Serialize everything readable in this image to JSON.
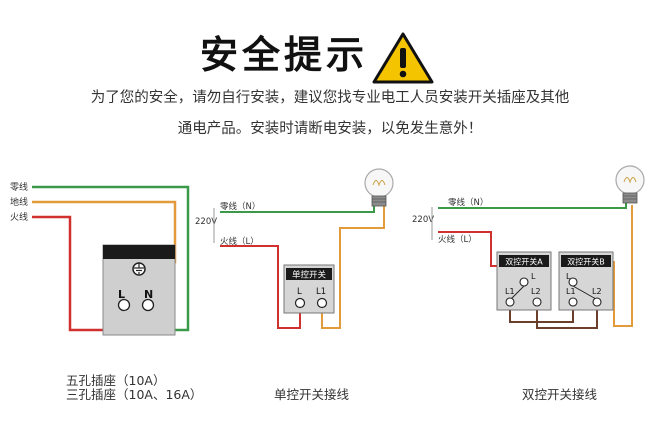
{
  "header": {
    "title": "安全提示",
    "warning_icon": "warning-triangle-icon",
    "line1": "为了您的安全，请勿自行安装，建议您找专业电工人员安装开关插座及其他",
    "line2": "通电产品。安装时请断电安装，以免发生意外！"
  },
  "socket_diagram": {
    "wire_neutral": "零线",
    "wire_ground": "地线",
    "wire_live": "火线",
    "terminal_l": "L",
    "terminal_n": "N",
    "ground_symbol": "ground-icon",
    "caption_line1": "五孔插座（10A）",
    "caption_line2": "三孔插座（10A、16A）"
  },
  "single_switch": {
    "neutral_label": "零线（N）",
    "voltage": "220V",
    "live_label": "火线（L）",
    "switch_title": "单控开关",
    "terminal_l": "L",
    "terminal_l1": "L1",
    "caption": "单控开关接线"
  },
  "double_switch": {
    "neutral_label": "零线（N）",
    "voltage": "220V",
    "live_label": "火线（L）",
    "switch_a_title": "双控开关A",
    "switch_b_title": "双控开关B",
    "terminal_l": "L",
    "terminal_l1": "L1",
    "terminal_l2": "L2",
    "caption": "双控开关接线"
  },
  "colors": {
    "neutral_wire": "#3a9a4a",
    "ground_wire": "#e39a3a",
    "live_wire": "#d0312f",
    "switch_link": "#6b3f2a",
    "warning_yellow": "#f5c400"
  }
}
